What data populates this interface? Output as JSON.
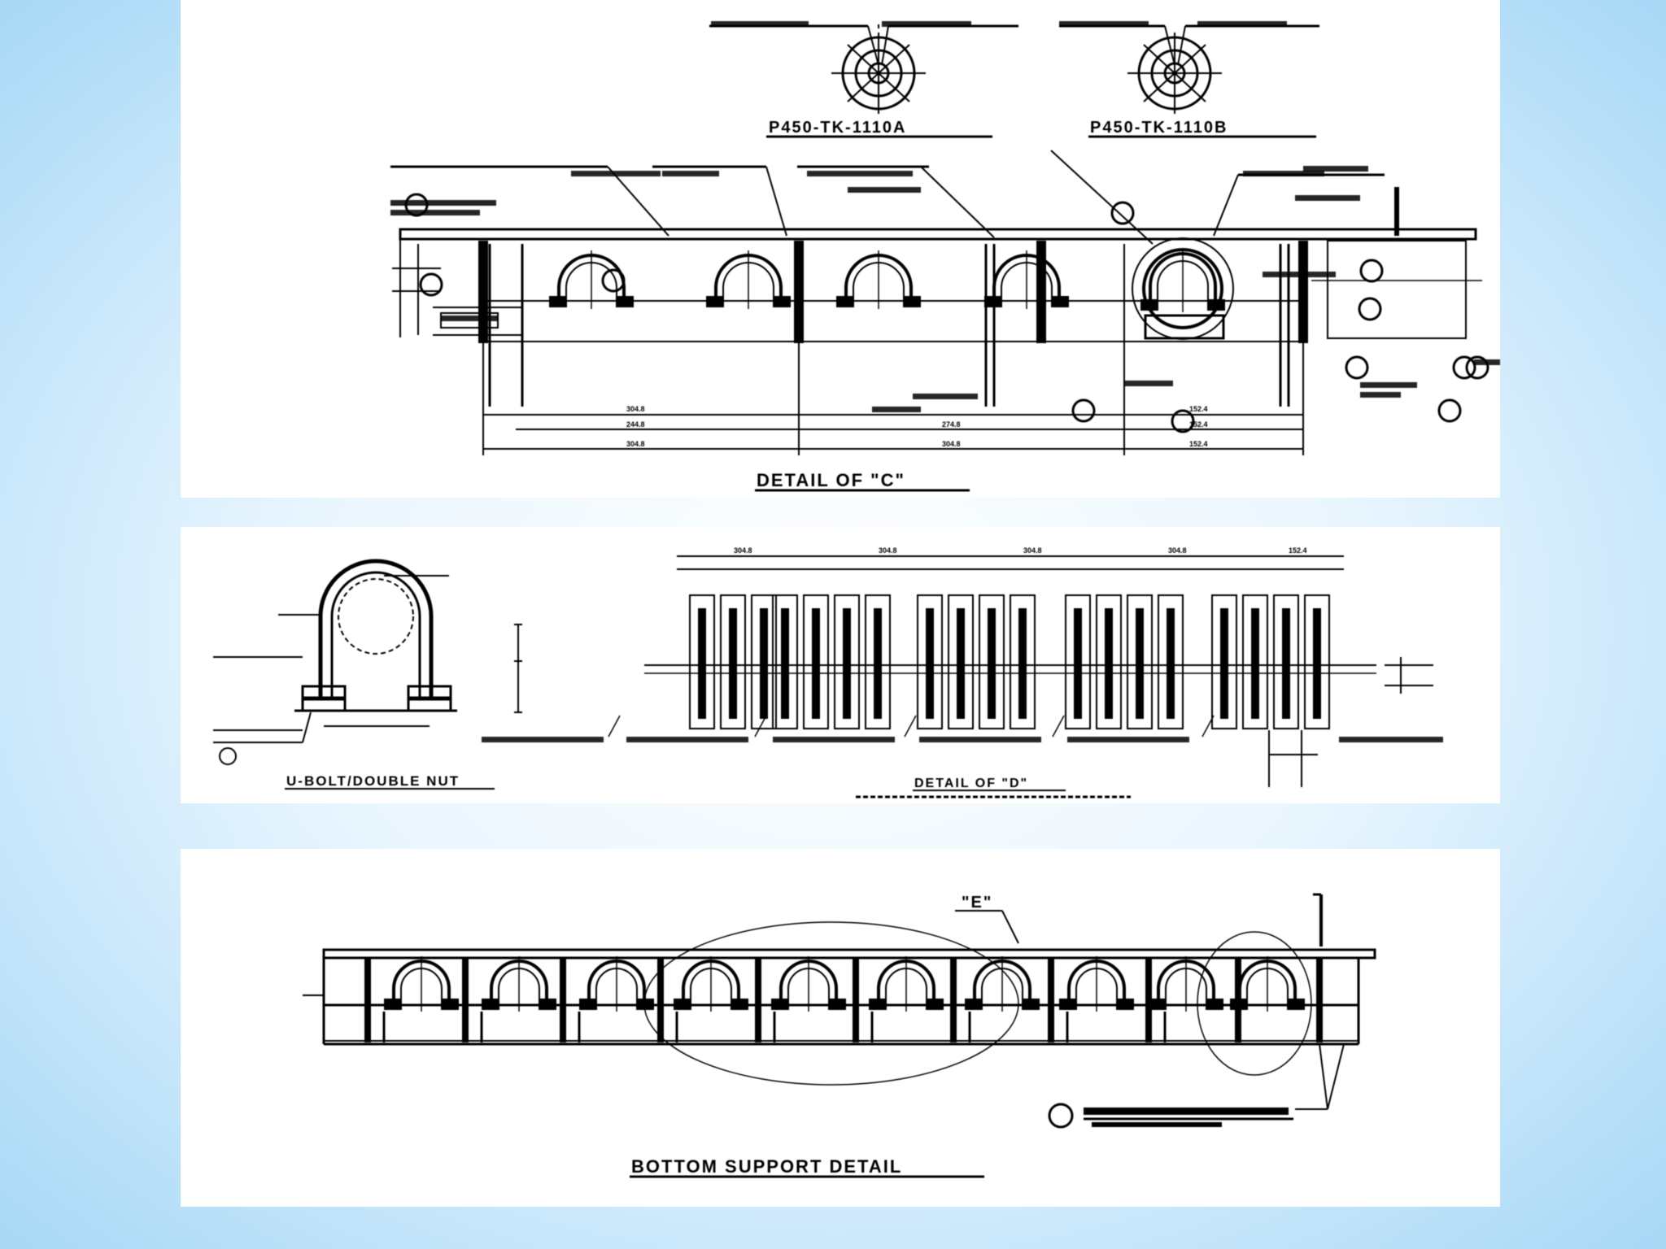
{
  "slide": {
    "panel1": {
      "caption": "DETAIL OF \"C\"",
      "tag_a": "P450-TK-1110A",
      "tag_b": "P450-TK-1110B",
      "dims": [
        "304.8",
        "244.8",
        "304.8",
        "274.8",
        "304.8",
        "152.4",
        "152.4",
        "152.4"
      ]
    },
    "panel2": {
      "ubolt_caption": "U-BOLT/DOUBLE NUT",
      "detail_caption": "DETAIL OF \"D\"",
      "top_dims": [
        "304.8",
        "304.8",
        "304.8",
        "304.8",
        "152.4"
      ]
    },
    "panel3": {
      "caption": "BOTTOM SUPPORT DETAIL",
      "callout": "\"E\""
    }
  },
  "colors": {
    "background_edge": "#a7d7f5",
    "panel": "#ffffff",
    "ink": "#000000"
  }
}
